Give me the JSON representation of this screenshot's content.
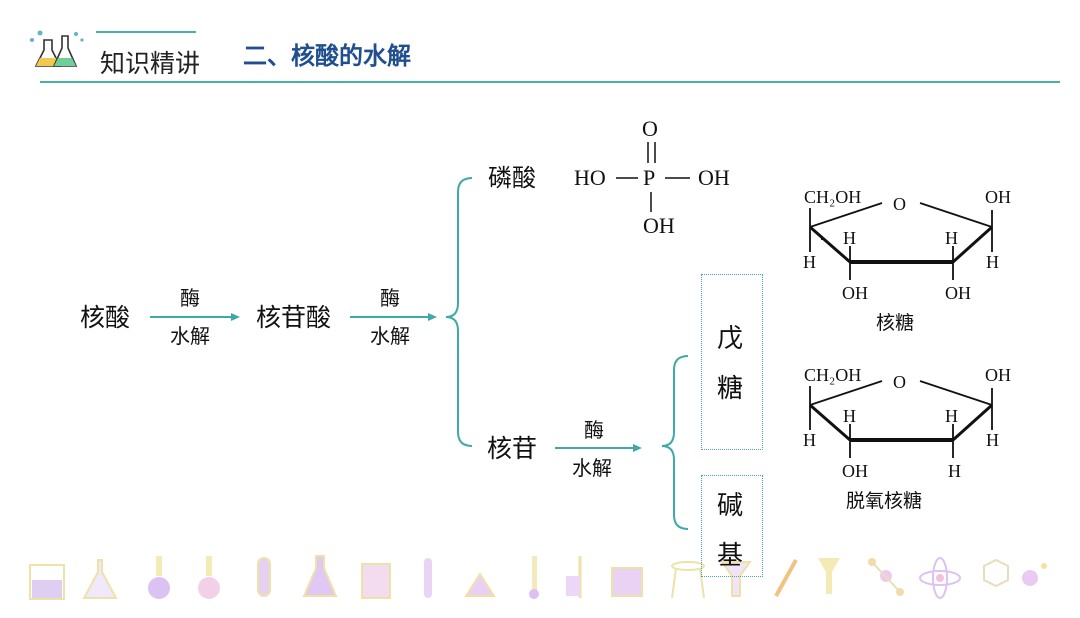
{
  "header": {
    "title": "知识精讲",
    "section": "二、核酸的水解"
  },
  "flow": {
    "nucleic_acid": "核酸",
    "nucleotide": "核苷酸",
    "phosphoric_acid": "磷酸",
    "nucleoside": "核苷",
    "pentose": [
      "戊",
      "糖"
    ],
    "base": [
      "碱",
      "基"
    ],
    "arrow1": {
      "top": "酶",
      "bottom": "水解"
    },
    "arrow2": {
      "top": "酶",
      "bottom": "水解"
    },
    "arrow3": {
      "top": "酶",
      "bottom": "水解"
    }
  },
  "phosphate_structure": {
    "top_o": "O",
    "ho_left": "HO",
    "p": "P",
    "oh_right": "OH",
    "oh_bottom": "OH"
  },
  "ribose": {
    "ch2oh": "CH₂OH",
    "ring_o": "O",
    "oh_top_right": "OH",
    "h_c4": "H",
    "h_c1": "H",
    "h_left": "H",
    "h_right": "H",
    "oh_c3": "OH",
    "oh_c2": "OH",
    "name": "核糖"
  },
  "deoxyribose": {
    "ch2oh": "CH₂OH",
    "ring_o": "O",
    "oh_top_right": "OH",
    "h_c4": "H",
    "h_c1": "H",
    "h_left": "H",
    "h_right": "H",
    "oh_c3": "OH",
    "h_c2": "H",
    "name": "脱氧核糖"
  },
  "colors": {
    "accent": "#1f4f8f",
    "arrow": "#3fa9a9",
    "brace": "#3fa9a9",
    "header_line": "#49b3a0"
  },
  "footer_icons": [
    "beaker-icon",
    "flask-icon",
    "round-flask-icon",
    "round-flask-icon",
    "test-tube-icon",
    "conical-flask-icon",
    "reagent-bottle-icon",
    "test-tube-icon",
    "alcohol-lamp-icon",
    "thermometer-icon",
    "stand-icon",
    "beaker-icon",
    "tripod-icon",
    "funnel-icon",
    "dropper-icon",
    "funnel-icon",
    "molecule-icon",
    "atom-icon",
    "benzene-icon",
    "molecule-icon"
  ]
}
